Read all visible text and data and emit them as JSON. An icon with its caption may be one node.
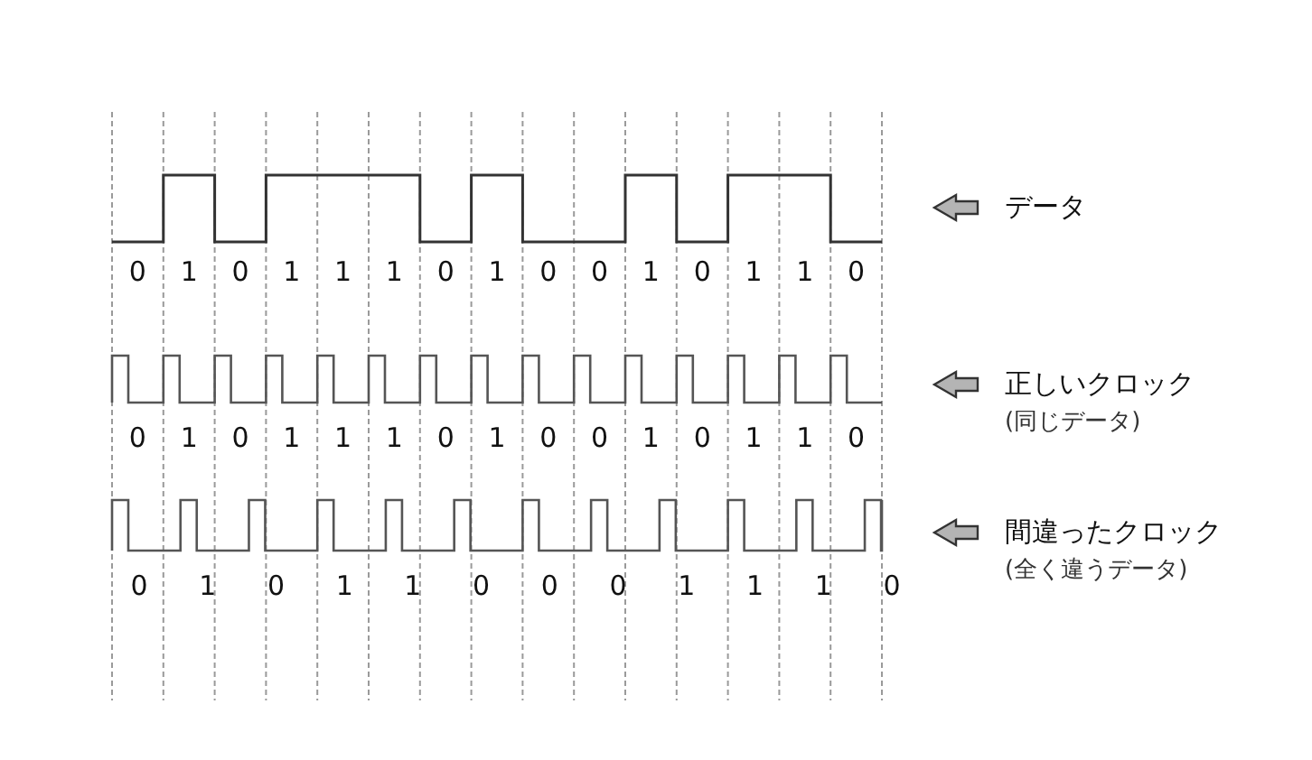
{
  "diagram": {
    "labels": [
      "データ",
      "0",
      "1",
      "0",
      "1",
      "1",
      "1",
      "0",
      "1",
      "0",
      "0",
      "1",
      "0",
      "1",
      "1",
      "0",
      "正しいクロック",
      "(同じデータ)",
      "0",
      "1",
      "0",
      "1",
      "1",
      "1",
      "0",
      "1",
      "0",
      "0",
      "1",
      "0",
      "1",
      "1",
      "0",
      "間違ったクロック",
      "(全く違うデータ)",
      "0",
      "1",
      "0",
      "1",
      "1",
      "0",
      "0",
      "0",
      "1",
      "1",
      "1",
      "0"
    ]
  }
}
